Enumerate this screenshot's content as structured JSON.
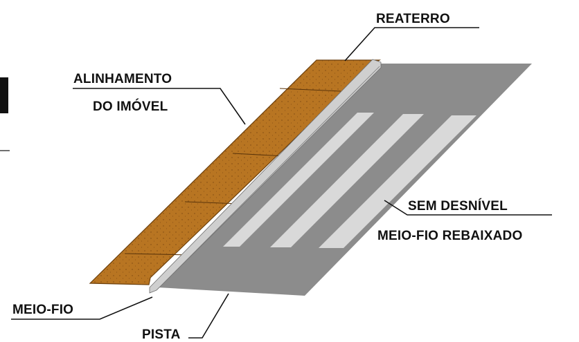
{
  "labels": {
    "reaterro": "REATERRO",
    "alinhamento_line1": "ALINHAMENTO",
    "alinhamento_line2": "DO IMÓVEL",
    "sem_desnivel": "SEM DESNÍVEL",
    "meio_fio_rebaixado": "MEIO-FIO REBAIXADO",
    "meio_fio": "MEIO-FIO",
    "pista": "PISTA"
  },
  "colors": {
    "soil": "#b87522",
    "soil_edge": "#6b3f0c",
    "road": "#8c8c8c",
    "crosswalk_stripe": "#d9d9d9",
    "curb": "#c9c9c9",
    "text": "#111111"
  },
  "crosswalk_stripes": 3
}
